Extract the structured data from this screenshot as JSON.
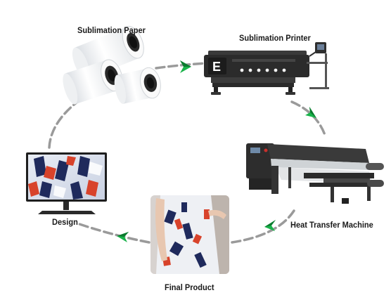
{
  "diagram": {
    "steps": [
      {
        "id": "paper",
        "label": "Sublimation Paper"
      },
      {
        "id": "printer",
        "label": "Sublimation Printer"
      },
      {
        "id": "heat",
        "label": "Heat Transfer Machine"
      },
      {
        "id": "final",
        "label": "Final Product"
      },
      {
        "id": "design",
        "label": "Design"
      }
    ],
    "printer_logo": "E",
    "colors": {
      "cycle_line": "#9a9a9a",
      "arrow_green": "#19b34a",
      "arrow_dark": "#0a7a2e",
      "machine_dark": "#2b2b2b",
      "fabric_red": "#d8432b",
      "fabric_navy": "#1f2a5c"
    }
  }
}
